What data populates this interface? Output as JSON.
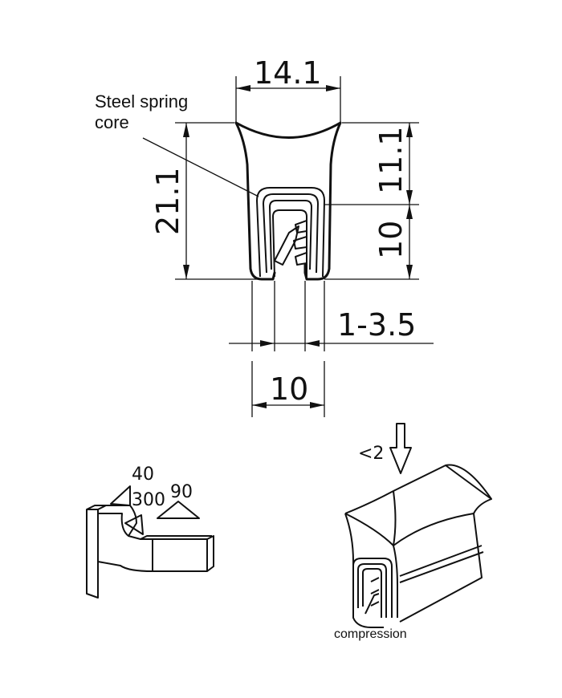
{
  "labels": {
    "core_line1": "Steel spring",
    "core_line2": "core",
    "compression": "compression"
  },
  "dimensions": {
    "top_width": "14.1",
    "total_height": "21.1",
    "upper_height": "11.1",
    "lower_height": "10",
    "clamp_range": "1-3.5",
    "base_width": "10",
    "compression_value": "<2"
  },
  "angle_marks": {
    "a40": "40",
    "a300": "300",
    "a90": "90"
  }
}
